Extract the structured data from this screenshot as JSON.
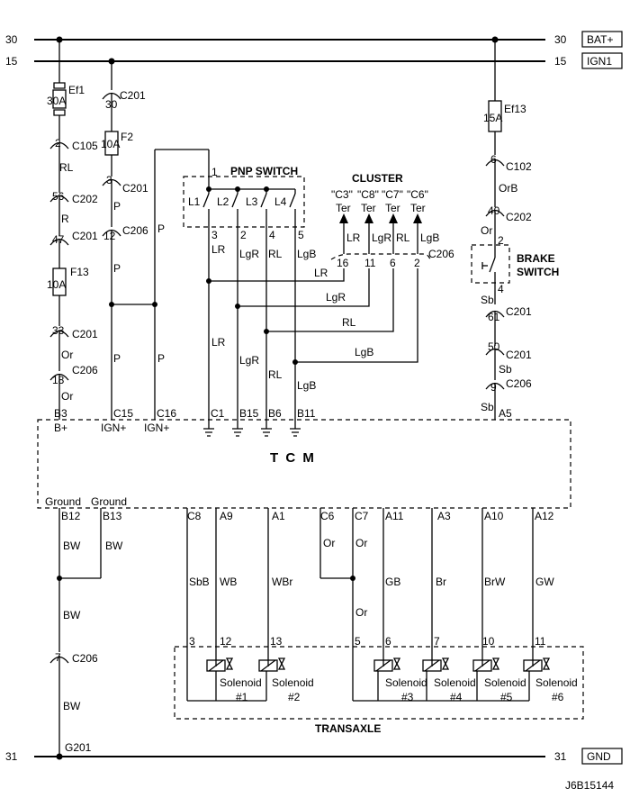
{
  "rails": {
    "bat": {
      "left": "30",
      "right": "30",
      "tag": "BAT+"
    },
    "ign": {
      "left": "15",
      "right": "15",
      "tag": "IGN1"
    },
    "gnd": {
      "left": "31",
      "right": "31",
      "tag": "GND"
    }
  },
  "left_column": {
    "fuse_ef1": {
      "name": "Ef1",
      "rating": "30A"
    },
    "c105": {
      "pin": "2",
      "name": "C105"
    },
    "wire_rl": "RL",
    "c202": {
      "pin": "56",
      "name": "C202"
    },
    "wire_r": "R",
    "c201a": {
      "pin": "47",
      "name": "C201"
    },
    "fuse_f13": {
      "name": "F13",
      "rating": "10A"
    },
    "c201b": {
      "pin": "33",
      "name": "C201"
    },
    "wire_or1": "Or",
    "c206": {
      "pin": "18",
      "name": "C206"
    },
    "wire_or2": "Or"
  },
  "ign_column": {
    "c201_top": {
      "pin": "30",
      "name": "C201"
    },
    "fuse_f2": {
      "name": "F2",
      "rating": "10A"
    },
    "c201_mid": {
      "pin": "3",
      "name": "C201"
    },
    "wire_p1": "P",
    "c206": {
      "pin": "12",
      "name": "C206"
    },
    "wire_p2": "P",
    "wire_p3": "P",
    "wire_p4": "P",
    "wire_p5": "P"
  },
  "pnp": {
    "title": "PNP SWITCH",
    "pin_in": "1",
    "contacts": [
      "L1",
      "L2",
      "L3",
      "L4"
    ],
    "out_pins": [
      "3",
      "2",
      "4",
      "5"
    ],
    "out_wires": [
      "LR",
      "LgR",
      "RL",
      "LgB"
    ],
    "bottom_wires": [
      "LR",
      "LgR",
      "RL",
      "LgB"
    ]
  },
  "cluster": {
    "title": "CLUSTER",
    "labels": [
      "\"C3\"",
      "\"C8\"",
      "\"C7\"",
      "\"C6\""
    ],
    "ter": [
      "Ter",
      "Ter",
      "Ter",
      "Ter"
    ],
    "wires": [
      "LR",
      "LgR",
      "RL",
      "LgB"
    ],
    "pins": [
      "16",
      "11",
      "6",
      "2"
    ],
    "connector": "C206",
    "feed_wires": [
      "LR",
      "LgR",
      "RL",
      "LgB"
    ]
  },
  "right_column": {
    "fuse_ef13": {
      "name": "Ef13",
      "rating": "15A"
    },
    "c102": {
      "pin": "6",
      "name": "C102"
    },
    "wire_orb": "OrB",
    "c202": {
      "pin": "40",
      "name": "C202"
    },
    "wire_or": "Or",
    "brake_title": "BRAKE",
    "brake_title2": "SWITCH",
    "brake_pin_top": "2",
    "brake_pin_bottom": "4",
    "wire_sb1": "Sb",
    "c201a": {
      "pin": "61",
      "name": "C201"
    },
    "c201b": {
      "pin": "50",
      "name": "C201"
    },
    "wire_sb2": "Sb",
    "c206": {
      "pin": "9",
      "name": "C206"
    },
    "wire_sb3": "Sb"
  },
  "tcm": {
    "title": "T C M",
    "top_pins": [
      {
        "pin": "B3",
        "name": "B+"
      },
      {
        "pin": "C15",
        "name": "IGN+"
      },
      {
        "pin": "C16",
        "name": "IGN+"
      },
      {
        "pin": "C1",
        "name": ""
      },
      {
        "pin": "B15",
        "name": ""
      },
      {
        "pin": "B6",
        "name": ""
      },
      {
        "pin": "B11",
        "name": ""
      },
      {
        "pin": "A5",
        "name": ""
      }
    ],
    "ground_labels": [
      "Ground",
      "Ground"
    ],
    "bottom_pins": [
      "B12",
      "B13",
      "C8",
      "A9",
      "A1",
      "C6",
      "C7",
      "A11",
      "A3",
      "A10",
      "A12"
    ]
  },
  "lower_wires": {
    "bw1": "BW",
    "bw2": "BW",
    "bw3": "BW",
    "bw4": "BW",
    "sbb": "SbB",
    "wb": "WB",
    "wbr": "WBr",
    "or1": "Or",
    "or2": "Or",
    "or3": "Or",
    "gb": "GB",
    "br": "Br",
    "brw": "BrW",
    "gw": "GW"
  },
  "ground": {
    "c206": {
      "pin": "7",
      "name": "C206"
    },
    "g201": "G201"
  },
  "transaxle": {
    "title": "TRANSAXLE",
    "pins": [
      "3",
      "12",
      "13",
      "5",
      "6",
      "7",
      "10",
      "11"
    ],
    "solenoids": [
      {
        "name": "Solenoid",
        "num": "#1"
      },
      {
        "name": "Solenoid",
        "num": "#2"
      },
      {
        "name": "Solenoid",
        "num": "#3"
      },
      {
        "name": "Solenoid",
        "num": "#4"
      },
      {
        "name": "Solenoid",
        "num": "#5"
      },
      {
        "name": "Solenoid",
        "num": "#6"
      }
    ]
  },
  "figure_code": "J6B15144"
}
